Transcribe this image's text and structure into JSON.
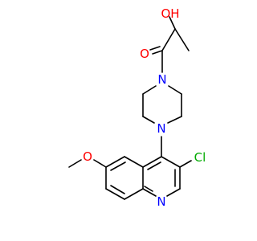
{
  "atoms": {
    "oh": {
      "text": "OH",
      "color": "#ff0000"
    },
    "o_carbonyl": {
      "text": "O",
      "color": "#ff0000"
    },
    "n_piperazine_top": {
      "text": "N",
      "color": "#0000ff"
    },
    "n_piperazine_bottom": {
      "text": "N",
      "color": "#0000ff"
    },
    "o_methoxy": {
      "text": "O",
      "color": "#ff0000"
    },
    "cl": {
      "text": "Cl",
      "color": "#00aa00"
    },
    "n_quinoline": {
      "text": "N",
      "color": "#0000ff"
    }
  }
}
